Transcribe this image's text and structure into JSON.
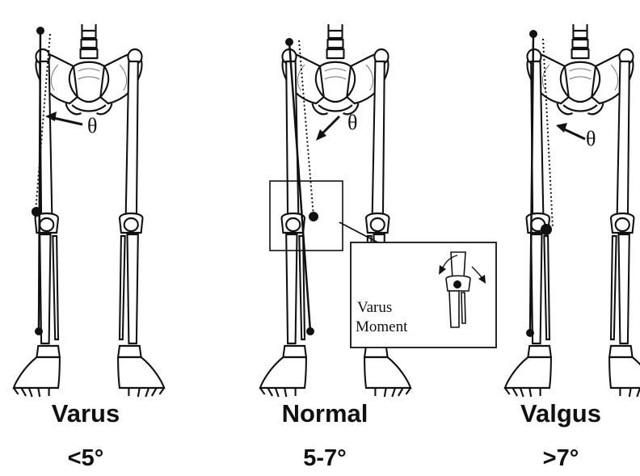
{
  "figures": [
    {
      "name": "varus",
      "label": "Varus",
      "angle": "<5°",
      "theta": "θ"
    },
    {
      "name": "normal",
      "label": "Normal",
      "angle": "5-7°",
      "theta": "θ"
    },
    {
      "name": "valgus",
      "label": "Valgus",
      "angle": ">7°",
      "theta": "θ"
    }
  ],
  "callout": {
    "line1": "Varus",
    "line2": "Moment"
  }
}
